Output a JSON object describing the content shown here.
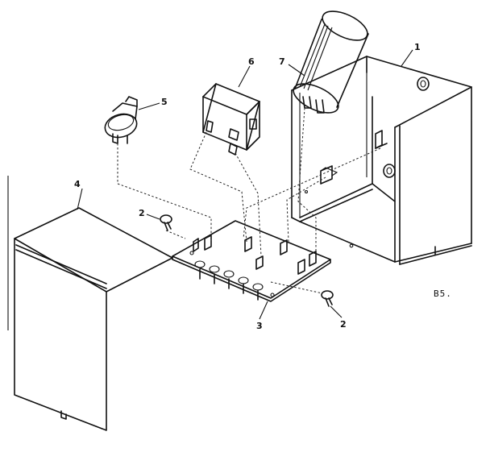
{
  "callouts": {
    "c1": "1",
    "c2a": "2",
    "c2b": "2",
    "c3": "3",
    "c4": "4",
    "c5": "5",
    "c6": "6",
    "c7": "7"
  },
  "diagram_code": "B5."
}
